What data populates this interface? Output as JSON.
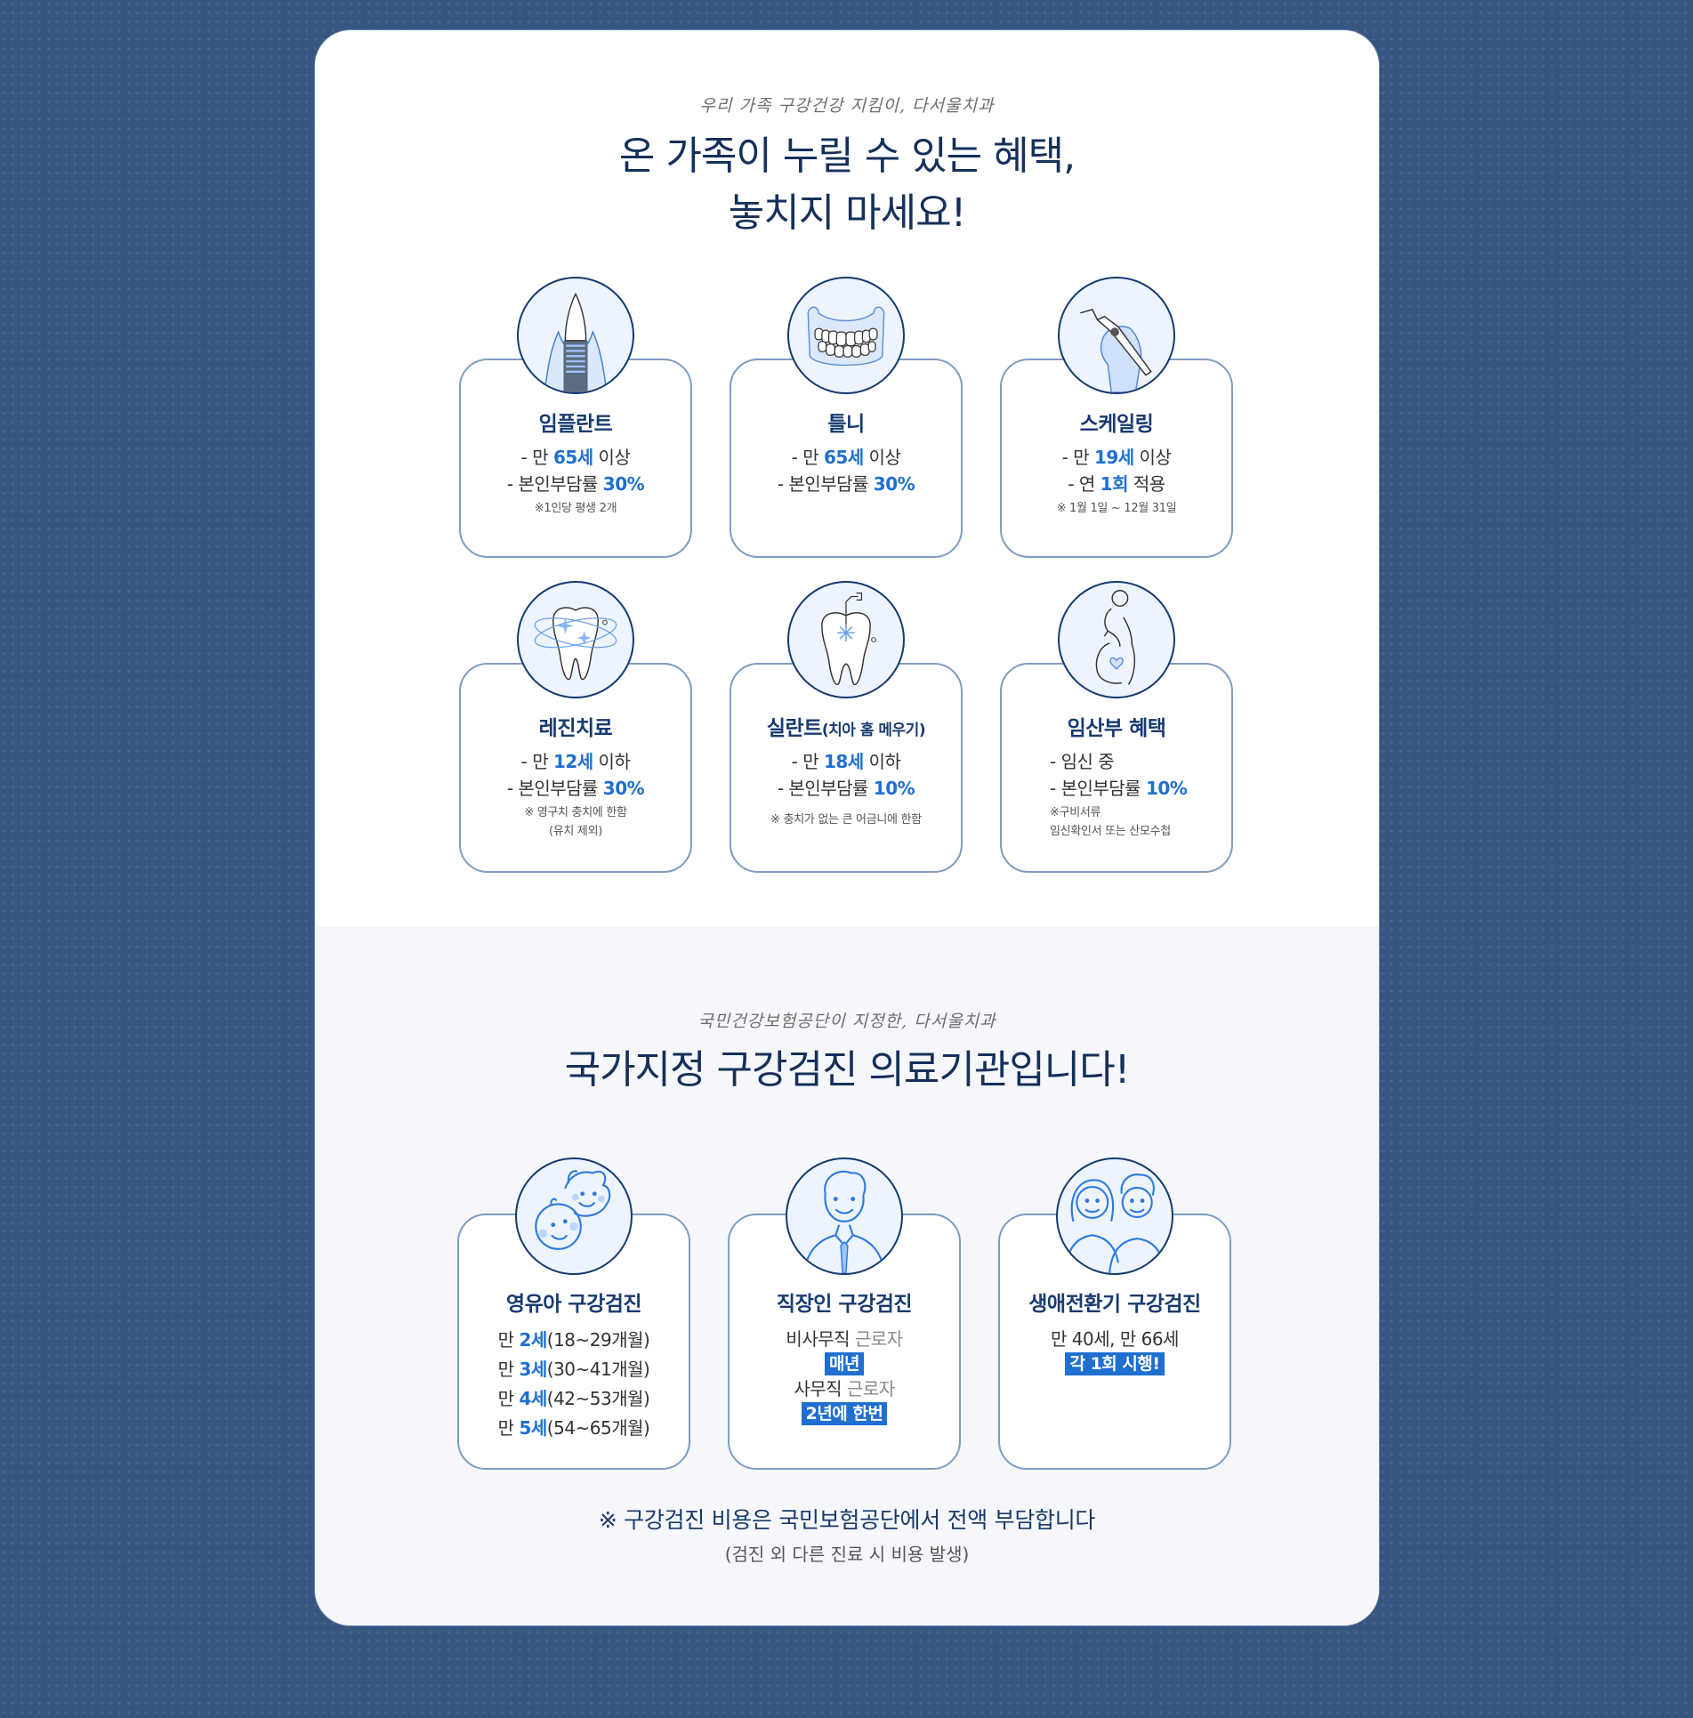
{
  "colors": {
    "background": "#0d2d57",
    "panel": "#ffffff",
    "section2_bg": "#f5f7fb",
    "heading": "#15305a",
    "accent": "#1f6fd0",
    "card_border": "#7d9dc1",
    "circle_border": "#133a6f"
  },
  "benefits": {
    "eyebrow": "우리 가족 구강건강 지킴이, 다서울치과",
    "headline_line1": "온 가족이 누릴 수 있는 혜택,",
    "headline_line2": "놓치지 마세요!",
    "cards": [
      {
        "icon": "implant-icon",
        "title": "임플란트",
        "lines": [
          {
            "prefix": "- 만 ",
            "highlight": "65세",
            "suffix": " 이상"
          },
          {
            "prefix": "- 본인부담률 ",
            "highlight": "30%",
            "suffix": ""
          }
        ],
        "notes": [
          "※1인당 평생 2개"
        ]
      },
      {
        "icon": "denture-icon",
        "title": "틀니",
        "lines": [
          {
            "prefix": "- 만 ",
            "highlight": "65세",
            "suffix": " 이상"
          },
          {
            "prefix": "- 본인부담률 ",
            "highlight": "30%",
            "suffix": ""
          }
        ],
        "notes": []
      },
      {
        "icon": "scaler-icon",
        "title": "스케일링",
        "lines": [
          {
            "prefix": "- 만 ",
            "highlight": "19세",
            "suffix": " 이상"
          },
          {
            "prefix": "- 연 ",
            "highlight": "1회",
            "suffix": " 적용"
          }
        ],
        "notes": [
          "※ 1월 1일 ~ 12월 31일"
        ]
      },
      {
        "icon": "resin-tooth-icon",
        "title": "레진치료",
        "lines": [
          {
            "prefix": "- 만 ",
            "highlight": "12세",
            "suffix": " 이하"
          },
          {
            "prefix": "- 본인부담률 ",
            "highlight": "30%",
            "suffix": ""
          }
        ],
        "notes": [
          "※ 영구치 충치에 한함",
          "(유치 제외)"
        ]
      },
      {
        "icon": "sealant-tooth-icon",
        "title": "실란트",
        "title_sub": "(치아 홈 메우기)",
        "lines": [
          {
            "prefix": "- 만 ",
            "highlight": "18세",
            "suffix": " 이하"
          },
          {
            "prefix": "- 본인부담률 ",
            "highlight": "10%",
            "suffix": ""
          }
        ],
        "notes": [
          "※ 충치가 없는 큰 어금니에 한함"
        ]
      },
      {
        "icon": "pregnant-woman-icon",
        "title": "임산부 혜택",
        "lines": [
          {
            "prefix": "- 임신 중",
            "highlight": "",
            "suffix": ""
          },
          {
            "prefix": "- 본인부담률 ",
            "highlight": "10%",
            "suffix": ""
          }
        ],
        "notes": [
          "※구비서류",
          "임신확인서 또는 산모수첩"
        ]
      }
    ]
  },
  "checkup": {
    "eyebrow": "국민건강보험공단이 지정한, 다서울치과",
    "headline": "국가지정 구강검진 의료기관입니다!",
    "cards": [
      {
        "icon": "children-icon",
        "title": "영유아 구강검진",
        "rows": [
          {
            "prefix": "만 ",
            "highlight": "2세",
            "suffix": "(18~29개월)"
          },
          {
            "prefix": "만 ",
            "highlight": "3세",
            "suffix": "(30~41개월)"
          },
          {
            "prefix": "만 ",
            "highlight": "4세",
            "suffix": "(42~53개월)"
          },
          {
            "prefix": "만 ",
            "highlight": "5세",
            "suffix": "(54~65개월)"
          }
        ]
      },
      {
        "icon": "office-worker-icon",
        "title": "직장인 구강검진",
        "rows": [
          {
            "main": "비사무직",
            "muted": " 근로자"
          },
          {
            "badge": "매년"
          },
          {
            "main": "사무직",
            "muted": " 근로자"
          },
          {
            "badge": "2년에 한번"
          }
        ]
      },
      {
        "icon": "couple-icon",
        "title": "생애전환기 구강검진",
        "rows": [
          {
            "main": "만 40세, 만 66세"
          },
          {
            "badge": "각 1회 시행!"
          }
        ]
      }
    ],
    "footer_main": "※  구강검진 비용은 국민보험공단에서 전액 부담합니다",
    "footer_sub": "(검진 외 다른 진료 시 비용 발생)"
  }
}
